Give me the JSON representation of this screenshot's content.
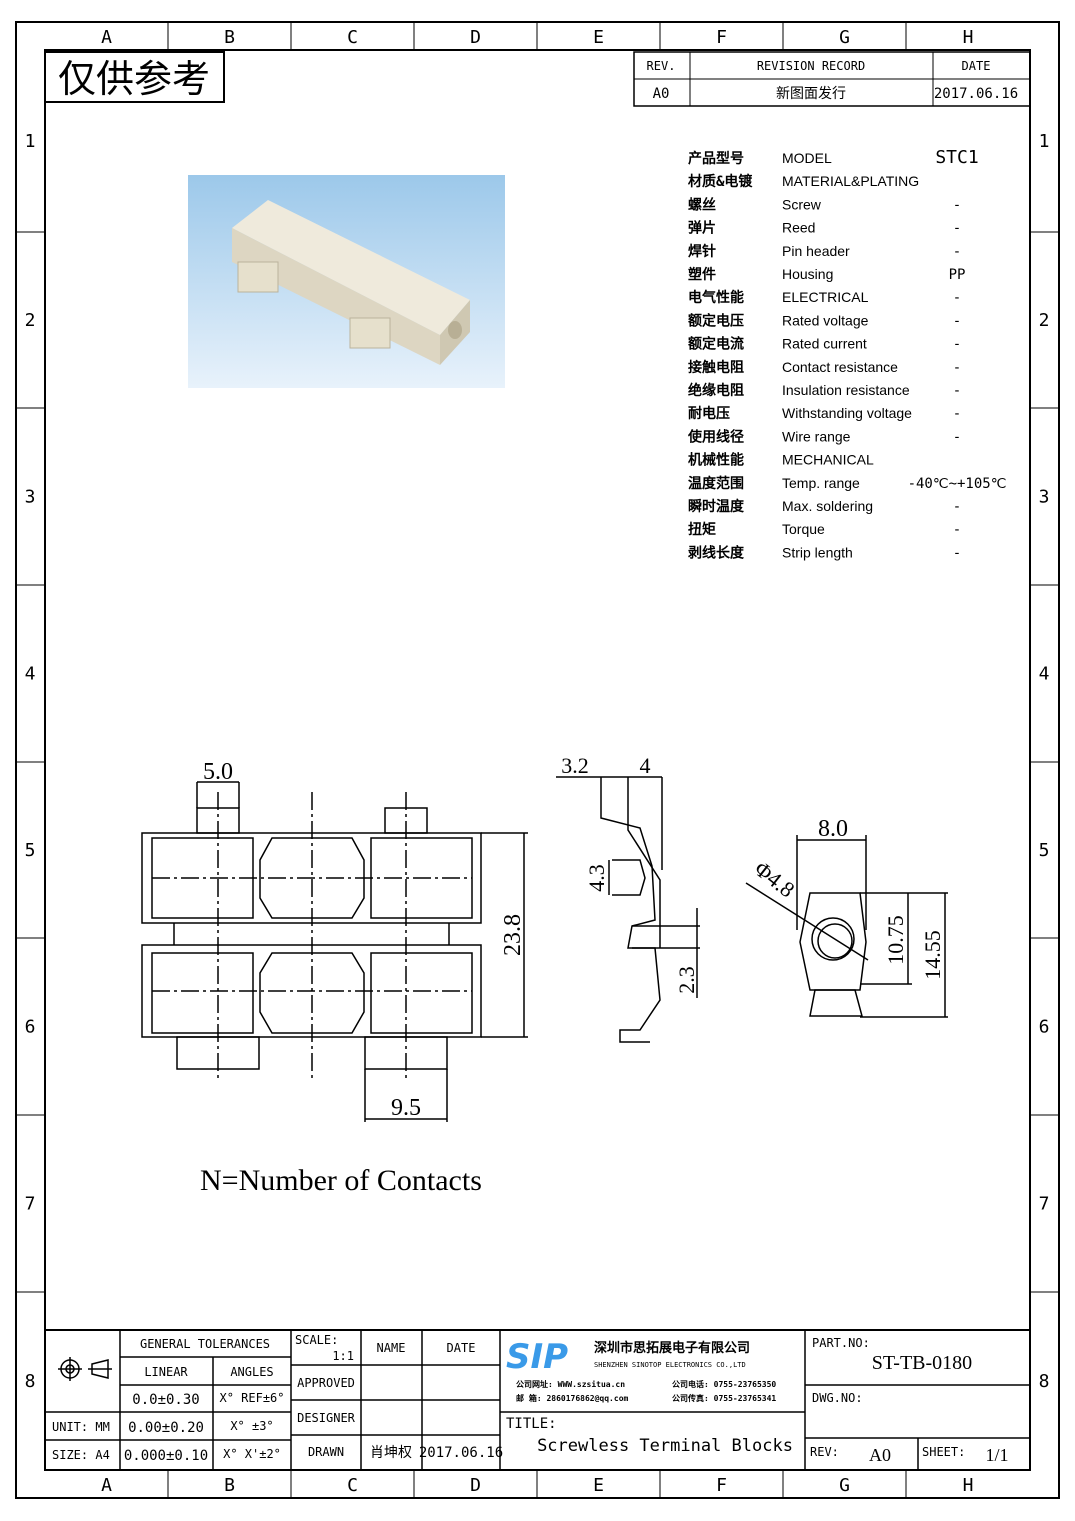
{
  "frame": {
    "columns": [
      "A",
      "B",
      "C",
      "D",
      "E",
      "F",
      "G",
      "H"
    ],
    "rows": [
      "1",
      "2",
      "3",
      "4",
      "5",
      "6",
      "7",
      "8"
    ]
  },
  "stamp": "仅供参考",
  "revision": {
    "rev_header": "REV.",
    "record_header": "REVISION RECORD",
    "date_header": "DATE",
    "rev": "A0",
    "record": "新图面发行",
    "date": "2017.06.16"
  },
  "specs": [
    {
      "cn": "产品型号",
      "en": "MODEL",
      "value": "STC1"
    },
    {
      "cn": "材质&电镀",
      "en": "MATERIAL&PLATING",
      "value": ""
    },
    {
      "cn": "螺丝",
      "en": "Screw",
      "value": "-"
    },
    {
      "cn": "弹片",
      "en": "Reed",
      "value": "-"
    },
    {
      "cn": "焊针",
      "en": "Pin header",
      "value": "-"
    },
    {
      "cn": "塑件",
      "en": "Housing",
      "value": "PP"
    },
    {
      "cn": "电气性能",
      "en": "ELECTRICAL",
      "value": "-"
    },
    {
      "cn": "额定电压",
      "en": "Rated voltage",
      "value": "-"
    },
    {
      "cn": "额定电流",
      "en": "Rated current",
      "value": "-"
    },
    {
      "cn": "接触电阻",
      "en": "Contact resistance",
      "value": "-"
    },
    {
      "cn": "绝缘电阻",
      "en": "Insulation resistance",
      "value": "-"
    },
    {
      "cn": "耐电压",
      "en": "Withstanding voltage",
      "value": "-"
    },
    {
      "cn": "使用线径",
      "en": "Wire range",
      "value": "-"
    },
    {
      "cn": "机械性能",
      "en": "MECHANICAL",
      "value": ""
    },
    {
      "cn": "温度范围",
      "en": "Temp. range",
      "value": "-40℃~+105℃"
    },
    {
      "cn": "瞬时温度",
      "en": "Max. soldering",
      "value": "-"
    },
    {
      "cn": "扭矩",
      "en": "Torque",
      "value": "-"
    },
    {
      "cn": "剥线长度",
      "en": "Strip length",
      "value": "-"
    }
  ],
  "dimensions": {
    "top_pitch": "5.0",
    "bottom_pitch": "9.5",
    "height": "23.8",
    "side_a": "3.2",
    "side_b": "4",
    "side_c": "4.3",
    "side_d": "2.3",
    "end_width": "8.0",
    "hole_dia": "Φ4.8",
    "end_h1": "10.75",
    "end_h2": "14.55"
  },
  "note": "N=Number of Contacts",
  "title_block": {
    "general_tolerances": "GENERAL TOLERANCES",
    "linear": "LINEAR",
    "angles": "ANGLES",
    "tol_rows": [
      {
        "linear": "0.0±0.30",
        "angle": "X° REF±6°"
      },
      {
        "linear": "0.00±0.20",
        "angle": "X° ±3°"
      },
      {
        "linear": "0.000±0.10",
        "angle": "X° X'±2°"
      }
    ],
    "unit": "UNIT: MM",
    "size": "SIZE: A4",
    "scale_label": "SCALE:",
    "scale": "1:1",
    "name_header": "NAME",
    "date_header": "DATE",
    "approved": "APPROVED",
    "designer": "DESIGNER",
    "drawn": "DRAWN",
    "drawn_name": "肖坤权",
    "drawn_date": "2017.06.16",
    "logo": "SIP",
    "company_cn": "深圳市思拓展电子有限公司",
    "company_en": "SHENZHEN SINOTOP ELECTRONICS CO.,LTD",
    "web": "公司网址: WWW.szsitua.cn",
    "email": "邮    箱: 2860176862@qq.com",
    "phone": "公司电话: 0755-23765350",
    "fax": "公司传真: 0755-23765341",
    "title_label": "TITLE:",
    "title": "Screwless Terminal Blocks",
    "part_no_label": "PART.NO:",
    "part_no": "ST-TB-0180",
    "dwg_no_label": "DWG.NO:",
    "rev_label": "REV:",
    "rev": "A0",
    "sheet_label": "SHEET:",
    "sheet": "1/1",
    "brand_color": "#3a9ae8"
  }
}
